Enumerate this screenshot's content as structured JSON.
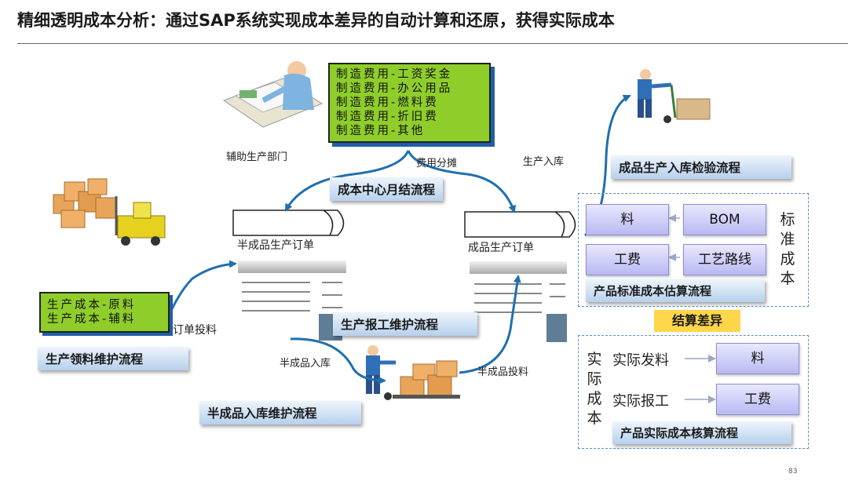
{
  "title": "精细透明成本分析：通过SAP系统实现成本差异的自动计算和还原，获得实际成本",
  "page_number": "83",
  "cost_center": {
    "expense_lines": [
      "制造费用-工资奖金",
      "制造费用-办公用品",
      "制造费用-燃料费",
      "制造费用-折旧费",
      "制造费用-其他"
    ],
    "dept_label": "辅助生产部门",
    "allocation_label": "费用分摊",
    "process": "成本中心月结流程"
  },
  "material_issue": {
    "lines": [
      "生产成本-原料",
      "生产成本-辅料"
    ],
    "order_input_label": "订单投料",
    "process": "生产领料维护流程"
  },
  "semi_order": {
    "label": "半成品生产订单",
    "receipt_label": "半成品入库",
    "process": "半成品入库维护流程",
    "input_label": "半成品投料"
  },
  "work_report": {
    "process": "生产报工维护流程"
  },
  "finished_order": {
    "label": "成品生产订单",
    "receipt_label": "生产入库",
    "process": "成品生产入库检验流程"
  },
  "standard_cost": {
    "items": {
      "material": "料",
      "bom": "BOM",
      "labor": "工费",
      "routing": "工艺路线"
    },
    "side_text": [
      "标",
      "准",
      "成",
      "本"
    ],
    "process": "产品标准成本估算流程"
  },
  "variance_label": "结算差异",
  "actual_cost": {
    "side_text": [
      "实",
      "际",
      "成",
      "本"
    ],
    "issue_label": "实际发料",
    "report_label": "实际报工",
    "material": "料",
    "labor": "工费",
    "process": "产品实际成本核算流程"
  }
}
